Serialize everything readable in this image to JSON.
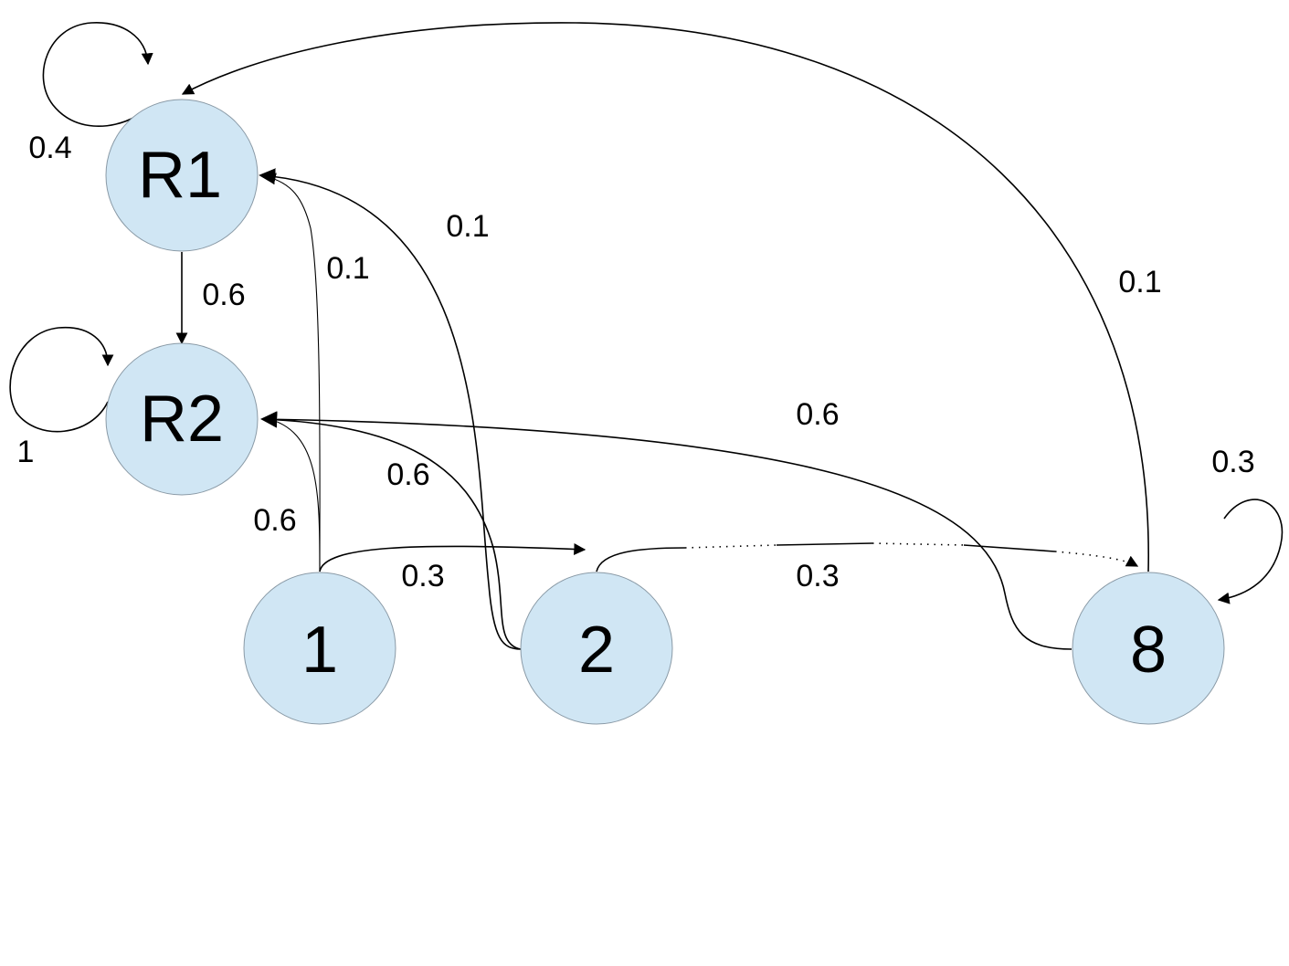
{
  "colors": {
    "node_fill": "#d0e6f4",
    "node_stroke": "#8a9aa6",
    "edge": "#000000"
  },
  "nodes": [
    {
      "id": "R1",
      "label": "R1"
    },
    {
      "id": "R2",
      "label": "R2"
    },
    {
      "id": "1",
      "label": "1"
    },
    {
      "id": "2",
      "label": "2"
    },
    {
      "id": "8",
      "label": "8"
    }
  ],
  "edges": [
    {
      "from": "R1",
      "to": "R1",
      "label": "0.4"
    },
    {
      "from": "R2",
      "to": "R2",
      "label": "1"
    },
    {
      "from": "8",
      "to": "8",
      "label": "0.3"
    },
    {
      "from": "R1",
      "to": "R2",
      "label": "0.6"
    },
    {
      "from": "1",
      "to": "R1",
      "label": "0.1"
    },
    {
      "from": "2",
      "to": "R1",
      "label": "0.1"
    },
    {
      "from": "8",
      "to": "R1",
      "label": "0.1"
    },
    {
      "from": "1",
      "to": "R2",
      "label": "0.6"
    },
    {
      "from": "2",
      "to": "R2",
      "label": "0.6"
    },
    {
      "from": "8",
      "to": "R2",
      "label": "0.6"
    },
    {
      "from": "1",
      "to": "2",
      "label": "0.3"
    },
    {
      "from": "2",
      "to": "8",
      "label": "0.3"
    }
  ]
}
